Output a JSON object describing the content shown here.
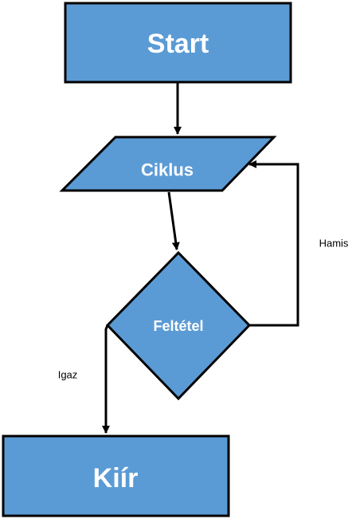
{
  "nodes": {
    "start": {
      "label": "Start",
      "shape": "rectangle"
    },
    "loop": {
      "label": "Ciklus",
      "shape": "parallelogram"
    },
    "condition": {
      "label": "Feltétel",
      "shape": "diamond"
    },
    "output": {
      "label": "Kiír",
      "shape": "rectangle"
    }
  },
  "edges": {
    "start_to_loop": {
      "from": "start",
      "to": "loop",
      "label": ""
    },
    "loop_to_condition": {
      "from": "loop",
      "to": "condition",
      "label": ""
    },
    "condition_false": {
      "from": "condition",
      "to": "loop",
      "label": "Hamis"
    },
    "condition_true": {
      "from": "condition",
      "to": "output",
      "label": "Igaz"
    }
  },
  "colors": {
    "shape_fill": "#5b9bd5",
    "shape_stroke": "#000000",
    "node_text": "#ffffff",
    "edge_text": "#000000",
    "background": "#ffffff"
  }
}
